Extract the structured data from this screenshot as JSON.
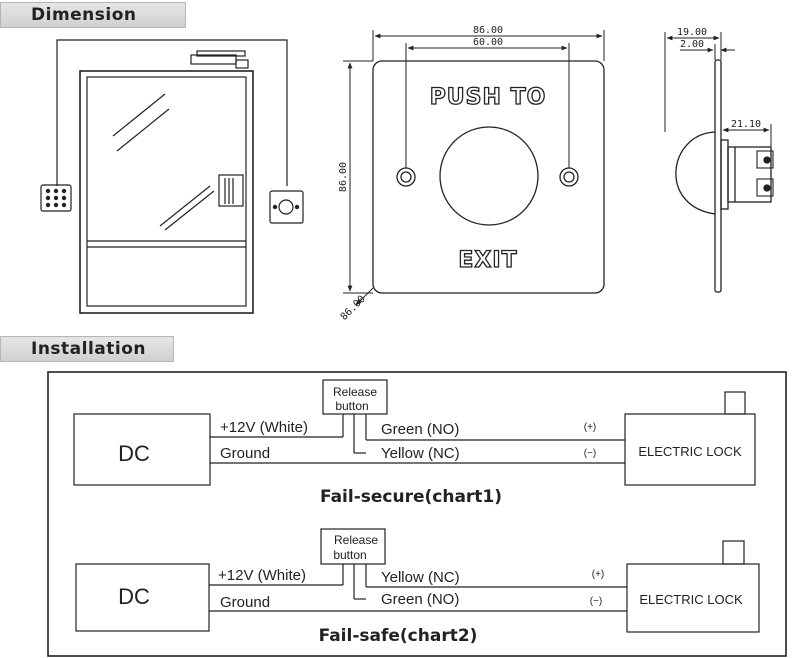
{
  "sections": {
    "dimension": "Dimension",
    "installation": "Installation"
  },
  "front_view": {
    "dim_outer": "86.00",
    "dim_inner": "60.00",
    "dim_height": "86.00",
    "dim_diag": "86.00",
    "text_top": "PUSH TO",
    "text_bottom": "EXIT"
  },
  "side_view": {
    "dim_depth": "19.00",
    "dim_plate": "2.00",
    "dim_body": "21.10"
  },
  "chart1": {
    "dc_label": "DC",
    "release_label_line1": "Release",
    "release_label_line2": "button",
    "wire_top_left": "+12V (White)",
    "wire_bottom_left": "Ground",
    "wire_top_right": "Green (NO)",
    "wire_bottom_right": "Yellow (NC)",
    "plus": "(+)",
    "minus": "(−)",
    "lock_label": "ELECTRIC LOCK",
    "caption": "Fail-secure(chart1)"
  },
  "chart2": {
    "dc_label": "DC",
    "release_label_line1": "Release",
    "release_label_line2": "button",
    "wire_top_left": "+12V (White)",
    "wire_bottom_left": "Ground",
    "wire_top_right": "Yellow (NC)",
    "wire_bottom_right": "Green (NO)",
    "plus": "(+)",
    "minus": "(−)",
    "lock_label": "ELECTRIC LOCK",
    "caption": "Fail-safe(chart2)"
  }
}
